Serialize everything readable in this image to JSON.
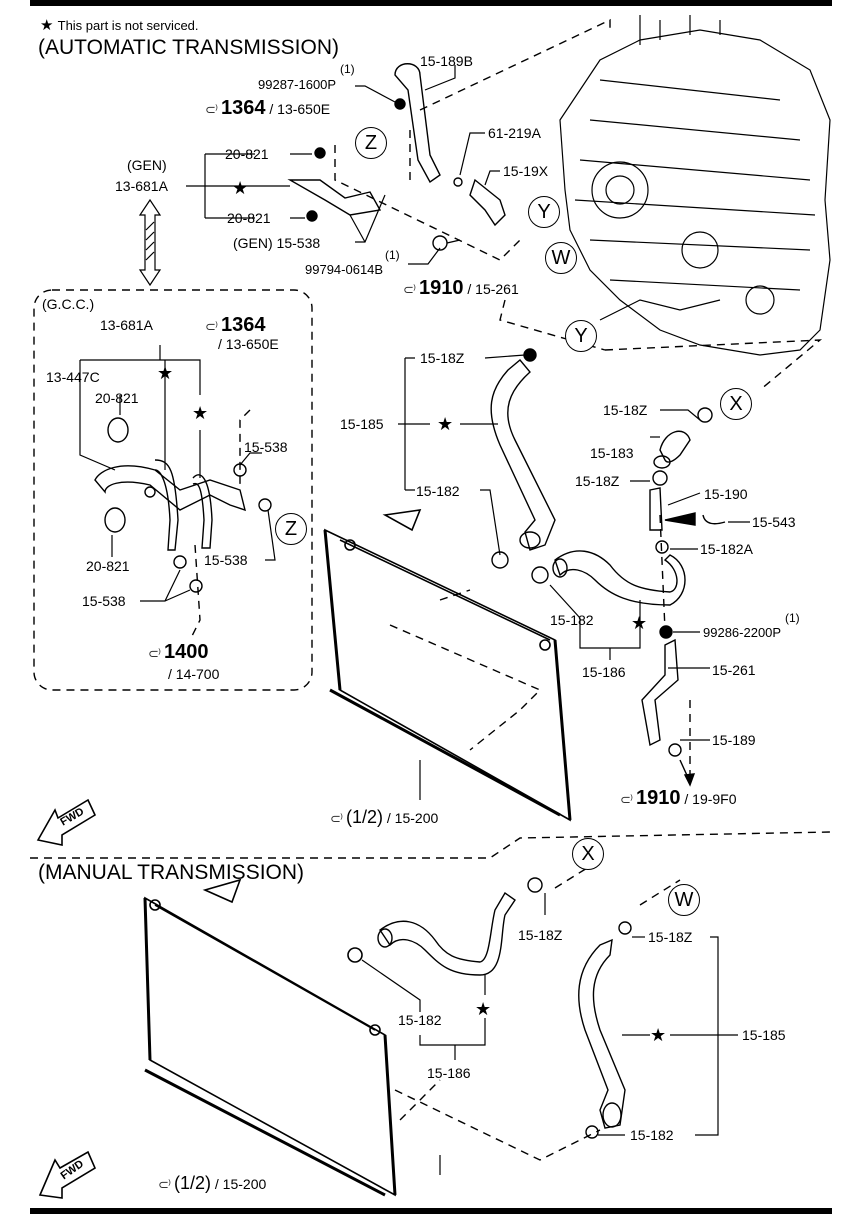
{
  "legend": {
    "star": "★",
    "note": "This part is not serviced."
  },
  "sections": {
    "automatic": "(AUTOMATIC TRANSMISSION)",
    "gcc": "(G.C.C.)",
    "manual": "(MANUAL TRANSMISSION)"
  },
  "ref_markers": {
    "book_icon": "book-reference-icon"
  },
  "callouts": {
    "z": "Z",
    "y": "Y",
    "w": "W",
    "x": "X"
  },
  "fwd": "FWD",
  "auto": {
    "qty_99287": "(1)",
    "p_99287": "99287-1600P",
    "p_15189B": "15-189B",
    "ref1364_num": "1364",
    "ref1364_part": "/ 13-650E",
    "gen1": "(GEN)",
    "p_13681A": "13-681A",
    "p_20821_a": "20-821",
    "p_20821_b": "20-821",
    "p_61219A": "61-219A",
    "p_1519X": "15-19X",
    "gen_15538": "(GEN) 15-538",
    "qty_99794": "(1)",
    "p_99794": "99794-0614B",
    "ref1910_num": "1910",
    "ref1910_part": "/ 15-261",
    "p_1518Z_top": "15-18Z",
    "p_15185": "15-185",
    "p_15182_a": "15-182",
    "p_1518Z_x": "15-18Z",
    "p_15183": "15-183",
    "p_1518Z_b": "15-18Z",
    "p_15190": "15-190",
    "p_15543": "15-543",
    "p_15182A": "15-182A",
    "p_15182_b": "15-182",
    "qty_99286": "(1)",
    "p_99286": "99286-2200P",
    "p_15186": "15-186",
    "p_15261": "15-261",
    "p_15189": "15-189",
    "ref1910b_num": "1910",
    "ref1910b_part": "/ 19-9F0",
    "ref_rad": "(1/2)",
    "ref_rad_part": "/ 15-200"
  },
  "gcc": {
    "p_13681A": "13-681A",
    "ref1364_num": "1364",
    "ref1364_part": "/ 13-650E",
    "p_13447C": "13-447C",
    "p_20821_a": "20-821",
    "p_15538_a": "15-538",
    "p_15538_b": "15-538",
    "p_20821_b": "20-821",
    "p_15538_c": "15-538",
    "ref1400_num": "1400",
    "ref1400_part": "/ 14-700"
  },
  "manual": {
    "p_1518Z_x": "15-18Z",
    "p_1518Z_w": "15-18Z",
    "p_15185": "15-185",
    "p_15182_a": "15-182",
    "p_15186": "15-186",
    "p_15182_b": "15-182",
    "ref_rad": "(1/2)",
    "ref_rad_part": "/ 15-200"
  }
}
